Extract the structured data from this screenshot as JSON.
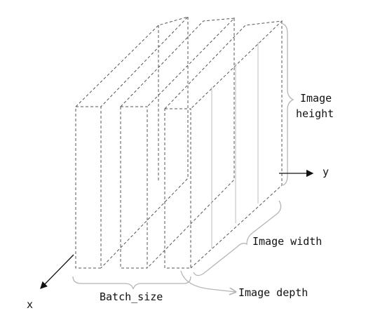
{
  "diagram": {
    "labels": {
      "image_height_line1": "Image",
      "image_height_line2": "height",
      "image_width": "Image width",
      "image_depth": "Image depth",
      "batch_size": "Batch_size",
      "axis_y": "y",
      "axis_x": "x"
    },
    "batch_count": 3,
    "colors": {
      "box_stroke": "#555555",
      "brace": "#b5b5b5",
      "axis": "#111111",
      "text": "#111111",
      "background": "#ffffff"
    }
  }
}
